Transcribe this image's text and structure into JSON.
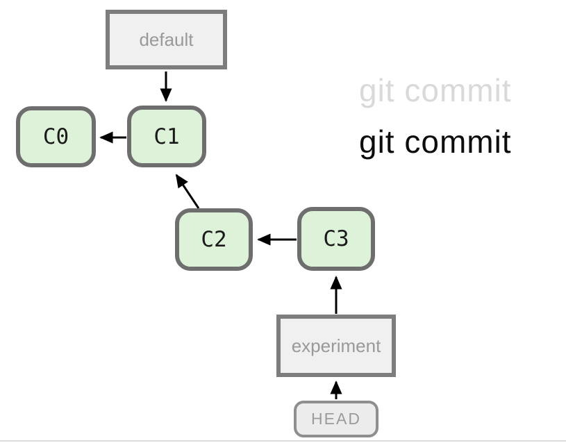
{
  "diagram": {
    "type": "git-commit-graph",
    "commits": [
      {
        "id": "c0",
        "label": "C0"
      },
      {
        "id": "c1",
        "label": "C1"
      },
      {
        "id": "c2",
        "label": "C2"
      },
      {
        "id": "c3",
        "label": "C3"
      }
    ],
    "edges": [
      {
        "from": "default-branch-box",
        "to": "C1"
      },
      {
        "from": "C1",
        "to": "C0"
      },
      {
        "from": "C2",
        "to": "C1"
      },
      {
        "from": "C3",
        "to": "C2"
      },
      {
        "from": "experiment-branch-box",
        "to": "C3"
      },
      {
        "from": "HEAD-box",
        "to": "experiment-branch-box"
      }
    ],
    "branches": [
      {
        "id": "default",
        "label": "default",
        "points_to": "C1"
      },
      {
        "id": "experiment",
        "label": "experiment",
        "points_to": "C3"
      }
    ],
    "head": {
      "label": "HEAD",
      "points_to": "experiment"
    }
  },
  "commands": {
    "previous": "git commit",
    "current": "git commit"
  },
  "colors": {
    "commit_fill": "#ddf2d8",
    "commit_border": "#6e6e6e",
    "commit_text": "#1a1a1a",
    "branch_box_fill": "#f0f0f0",
    "branch_box_border": "#7d7d7d",
    "branch_box_text": "#999999",
    "head_box_fill": "#ececec",
    "head_box_border": "#8e8e8e",
    "head_box_text": "#9b9b9b",
    "command_previous_text": "#d9d9d9",
    "command_current_text": "#0d0d0d",
    "arrow": "#000000",
    "background": "#ffffff",
    "bottom_divider": "#dcdcdc"
  }
}
